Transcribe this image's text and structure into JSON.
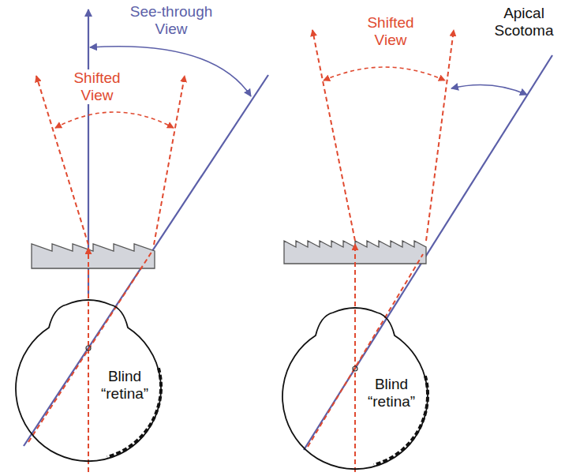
{
  "diagram": {
    "nodes": [
      {
        "text": [
          "Blind “retina”"
        ]
      },
      {
        "text": [
          "Blind “retina”"
        ]
      }
    ],
    "labels": [
      "See-through View",
      "Shifted View",
      "Shifted View",
      "Apical Scotoma"
    ]
  }
}
